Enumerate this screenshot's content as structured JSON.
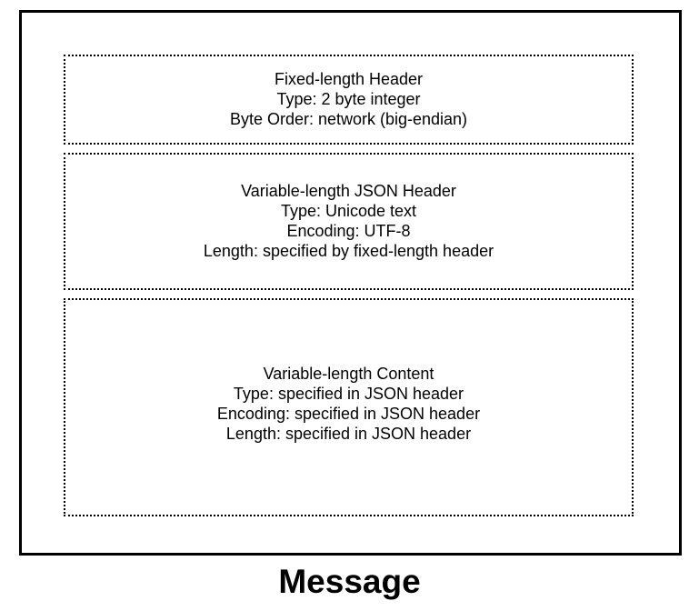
{
  "sections": [
    {
      "lines": [
        "Fixed-length Header",
        "Type: 2 byte integer",
        "Byte Order: network (big-endian)"
      ]
    },
    {
      "lines": [
        "Variable-length JSON Header",
        "Type: Unicode text",
        "Encoding: UTF-8",
        "Length: specified by fixed-length header"
      ]
    },
    {
      "lines": [
        "Variable-length Content",
        "Type: specified in JSON header",
        "Encoding: specified in JSON header",
        "Length: specified in JSON header"
      ]
    }
  ],
  "caption": "Message"
}
